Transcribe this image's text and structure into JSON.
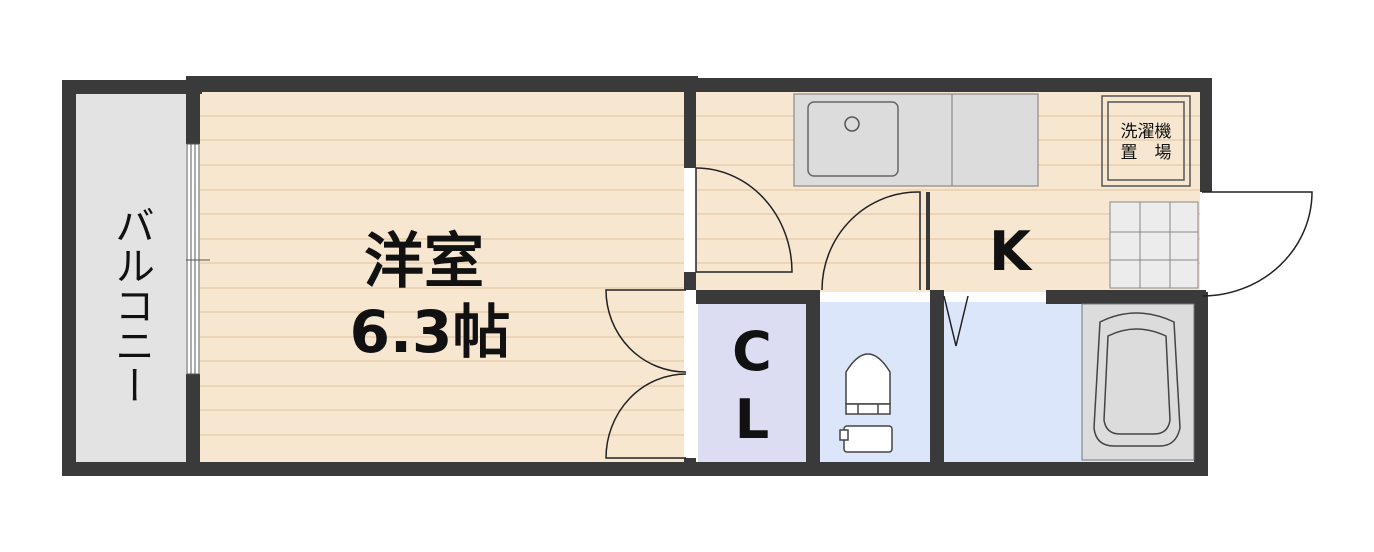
{
  "rooms": {
    "balcony": "バルコニー",
    "western_room_name": "洋室",
    "western_room_size": "6.3帖",
    "kitchen": "K",
    "closet_top": "C",
    "closet_bottom": "L",
    "washer_line1": "洗濯機",
    "washer_line2": "置　場"
  },
  "colors": {
    "wall": "#3a3a3a",
    "floor_wood": "#f7e6d0",
    "floor_line": "#e8cfae",
    "balcony": "#e3e3e3",
    "closet": "#dcdcf2",
    "wet_area": "#dce6fa",
    "fixture": "#dcdcdc"
  }
}
